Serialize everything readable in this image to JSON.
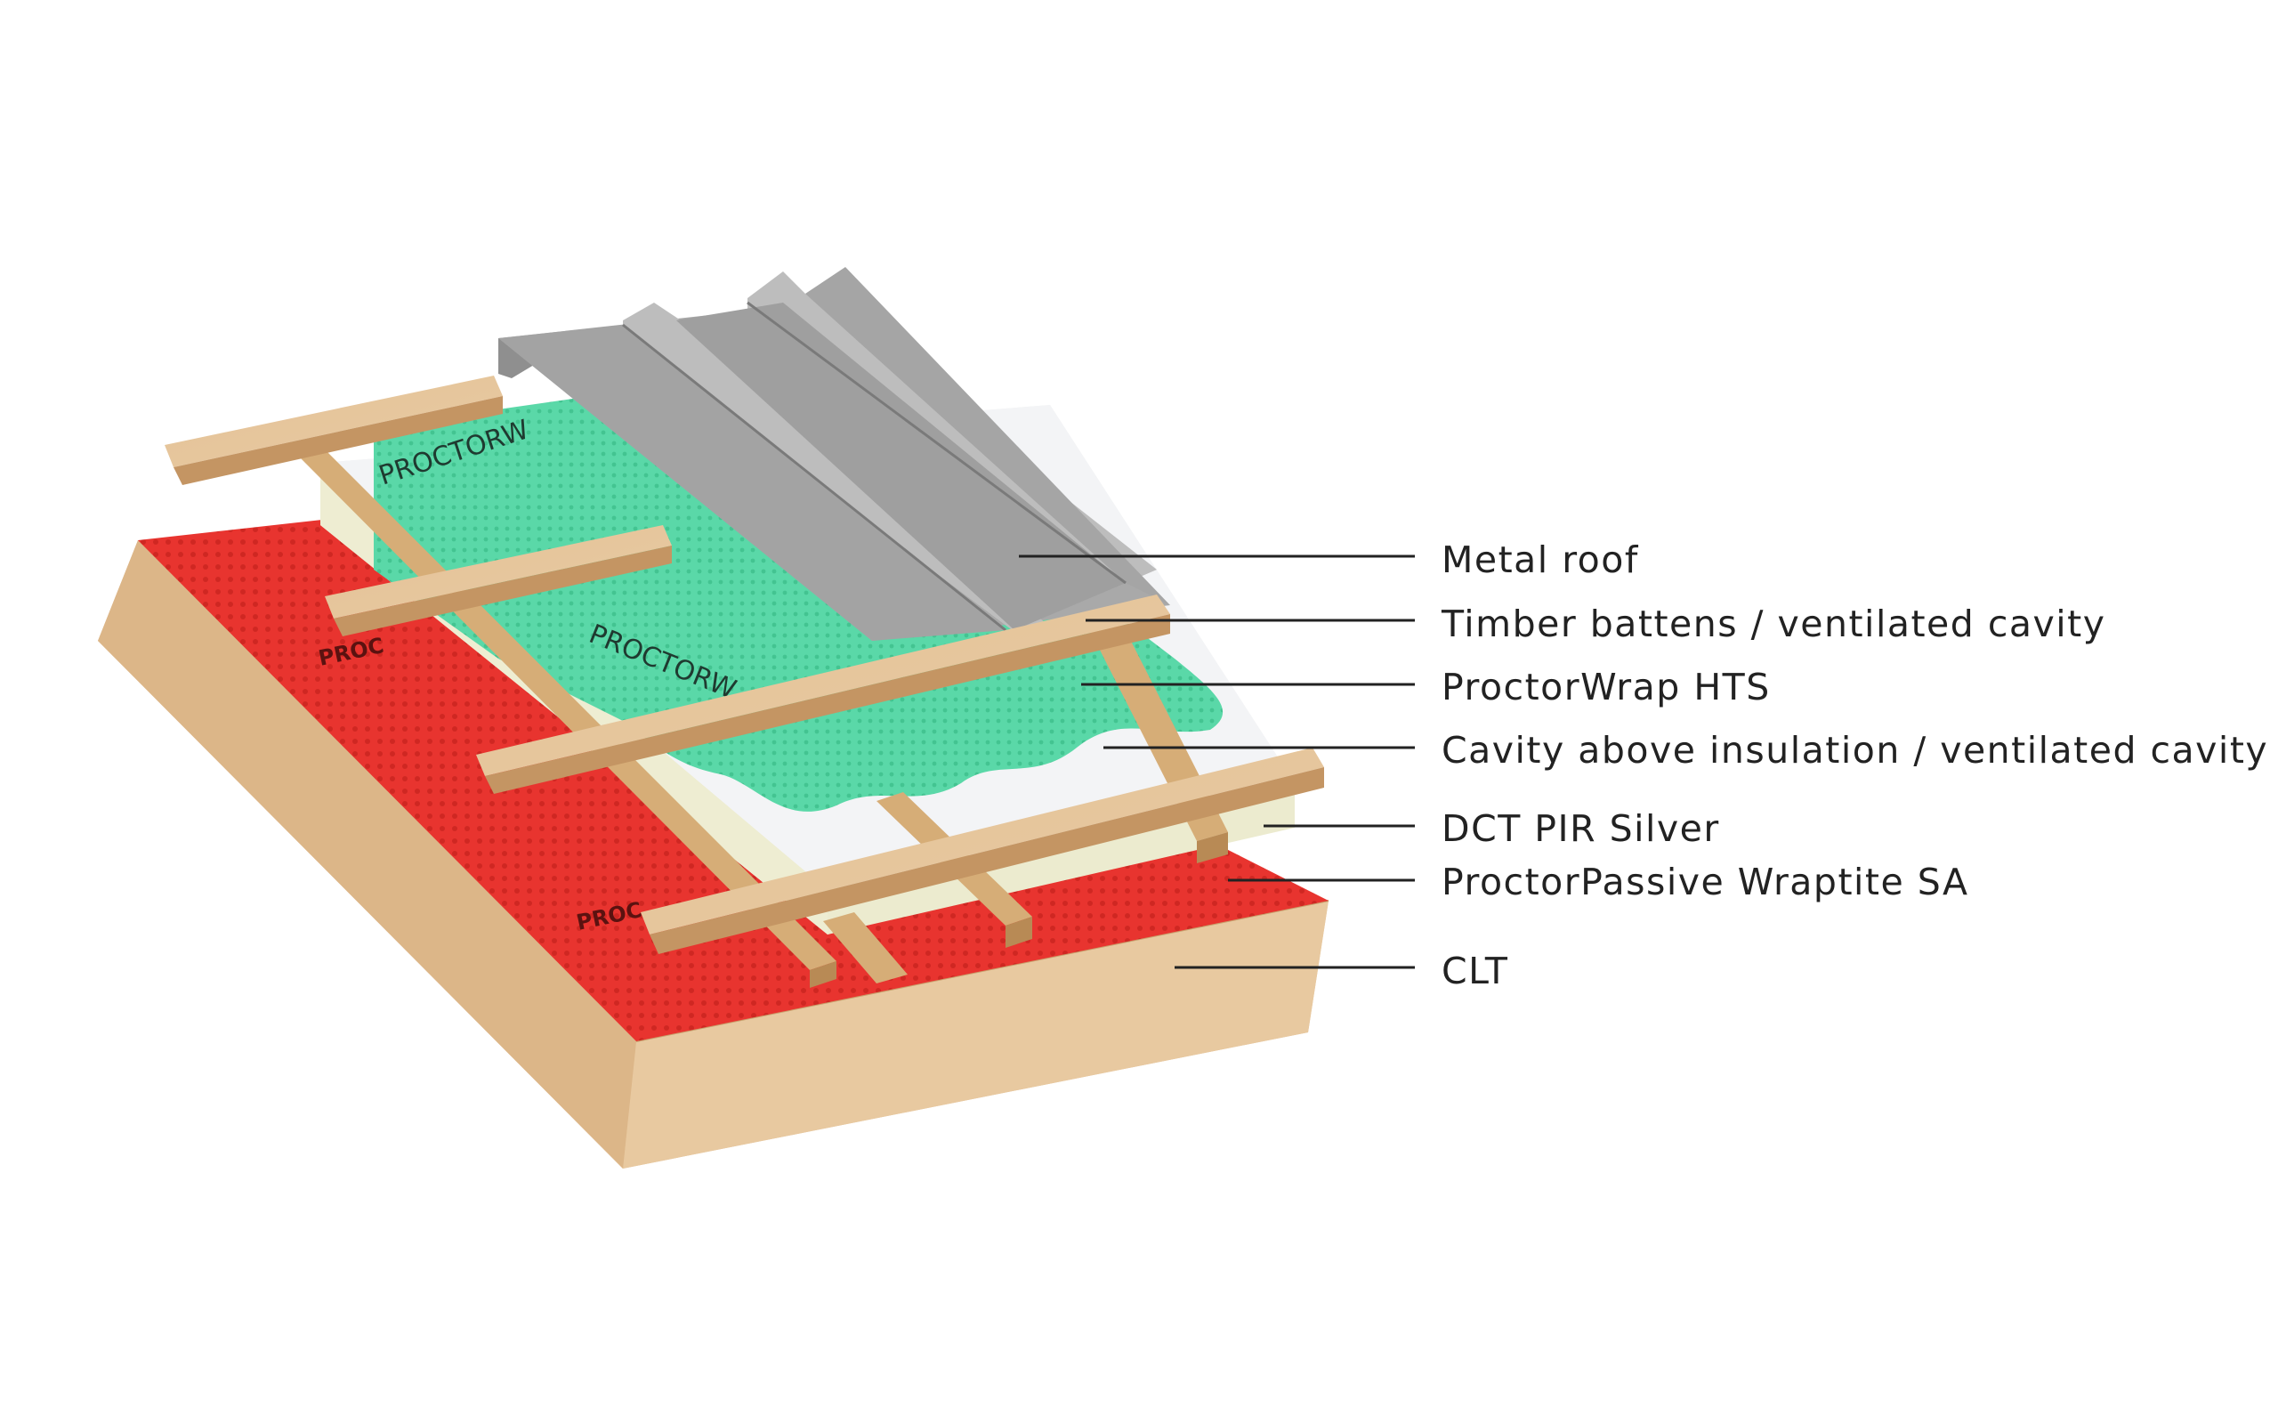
{
  "layers": [
    {
      "label": "Metal roof"
    },
    {
      "label": "Timber battens / ventilated cavity"
    },
    {
      "label": "ProctorWrap HTS"
    },
    {
      "label": "Cavity above insulation / ventilated cavity"
    },
    {
      "label": "DCT PIR Silver"
    },
    {
      "label": "ProctorPassive Wraptite SA"
    },
    {
      "label": "CLT"
    }
  ],
  "membrane_print": {
    "red": "PROC",
    "green": "PROCTORW"
  },
  "colors": {
    "clt": "#e6c49a",
    "red_membrane": "#e8342f",
    "insulation": "#eeedd2",
    "insulation_foil": "#f2f3f5",
    "green_membrane": "#56d6a6",
    "battens": "#d8b07a",
    "metal": "#a7a7a7",
    "leader": "#222222"
  }
}
